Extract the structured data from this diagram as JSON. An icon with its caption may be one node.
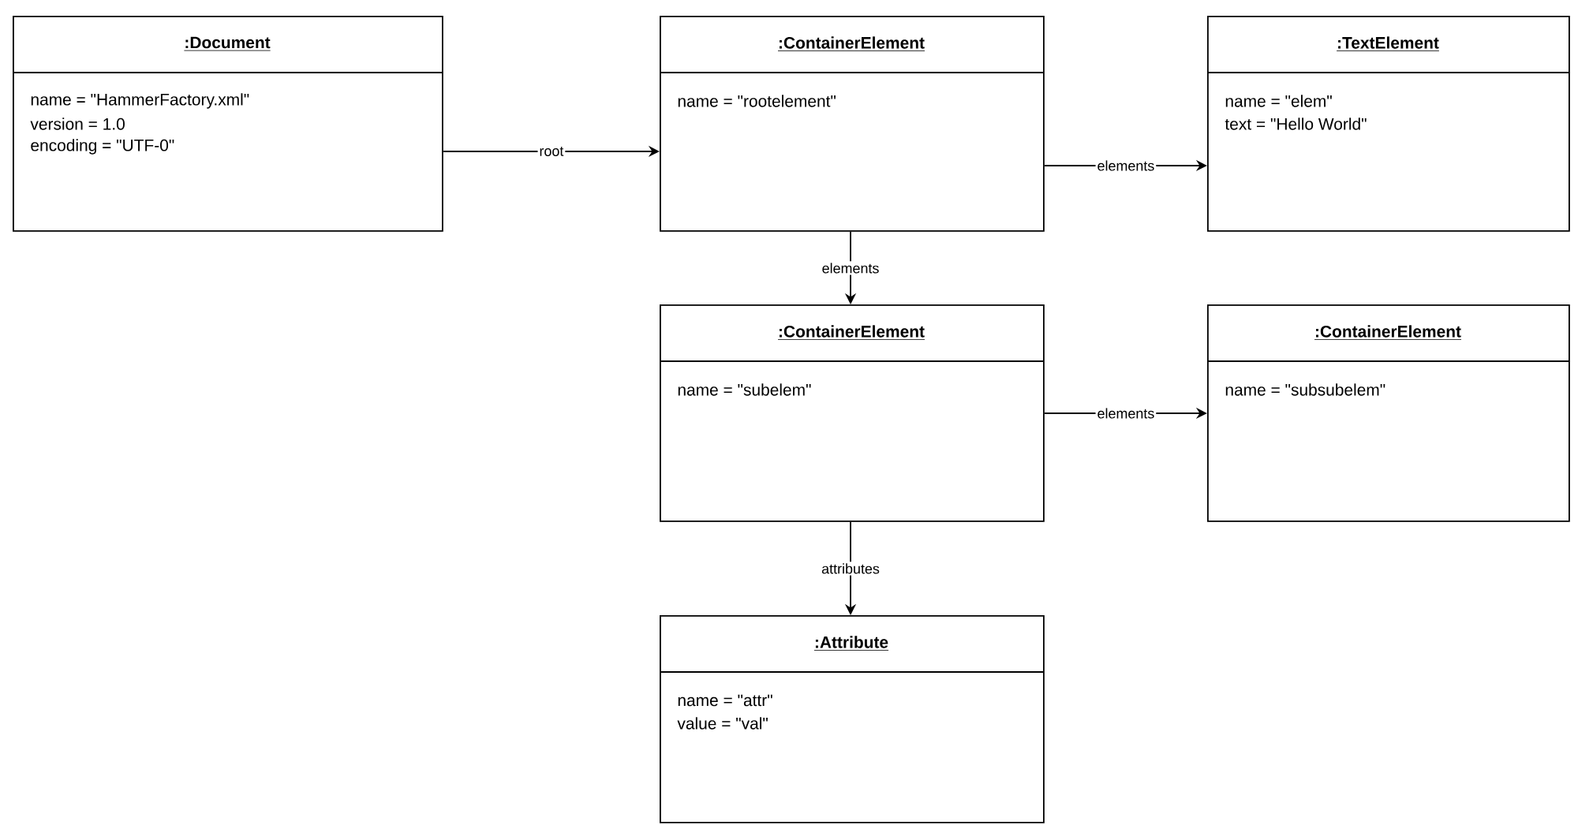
{
  "diagram": {
    "nodes": [
      {
        "text": [
          ":Document",
          "name = \"HammerFactory.xml\"",
          "version = 1.0",
          "encoding = \"UTF-0\""
        ]
      },
      {
        "text": [
          ":ContainerElement",
          "name = \"rootelement\""
        ]
      },
      {
        "text": [
          ":TextElement",
          "name = \"elem\"",
          "text = \"Hello World\""
        ]
      },
      {
        "text": [
          ":ContainerElement",
          "name = \"subelem\""
        ]
      },
      {
        "text": [
          ":ContainerElement",
          "name = \"subsubelem\""
        ]
      },
      {
        "text": [
          ":Attribute",
          "name = \"attr\"",
          "value = \"val\""
        ]
      }
    ],
    "edges": [
      {
        "from": 0,
        "to": 1,
        "arrow": "to",
        "label": "root"
      },
      {
        "from": 1,
        "to": 2,
        "arrow": "to",
        "label": "elements"
      },
      {
        "from": 1,
        "to": 3,
        "arrow": "to",
        "label": "elements"
      },
      {
        "from": 3,
        "to": 4,
        "arrow": "to",
        "label": "elements"
      },
      {
        "from": 3,
        "to": 5,
        "arrow": "to",
        "label": "attributes"
      }
    ]
  }
}
